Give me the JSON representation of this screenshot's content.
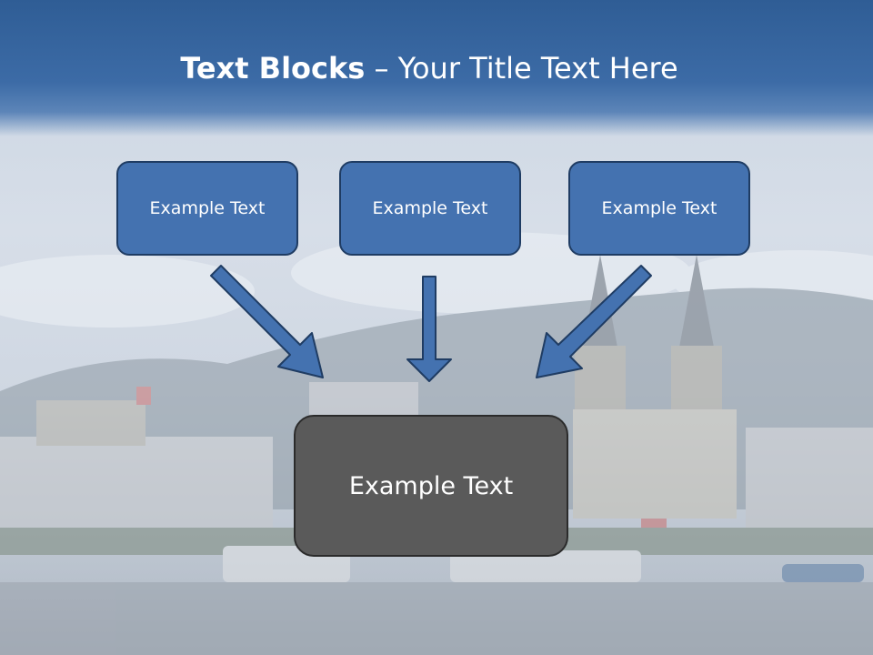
{
  "slide": {
    "title_bold": "Text Blocks",
    "title_dash": " – ",
    "title_rest": "Your Title Text Here",
    "boxes": [
      {
        "label": "Example Text"
      },
      {
        "label": "Example Text"
      },
      {
        "label": "Example Text"
      }
    ],
    "result_box": {
      "label": "Example Text"
    }
  },
  "colors": {
    "title_band": "#3c6ba6",
    "box_fill": "#4472b0",
    "box_border": "#1f3c63",
    "result_fill": "#5a5a5a",
    "arrow_fill": "#4472b0"
  }
}
